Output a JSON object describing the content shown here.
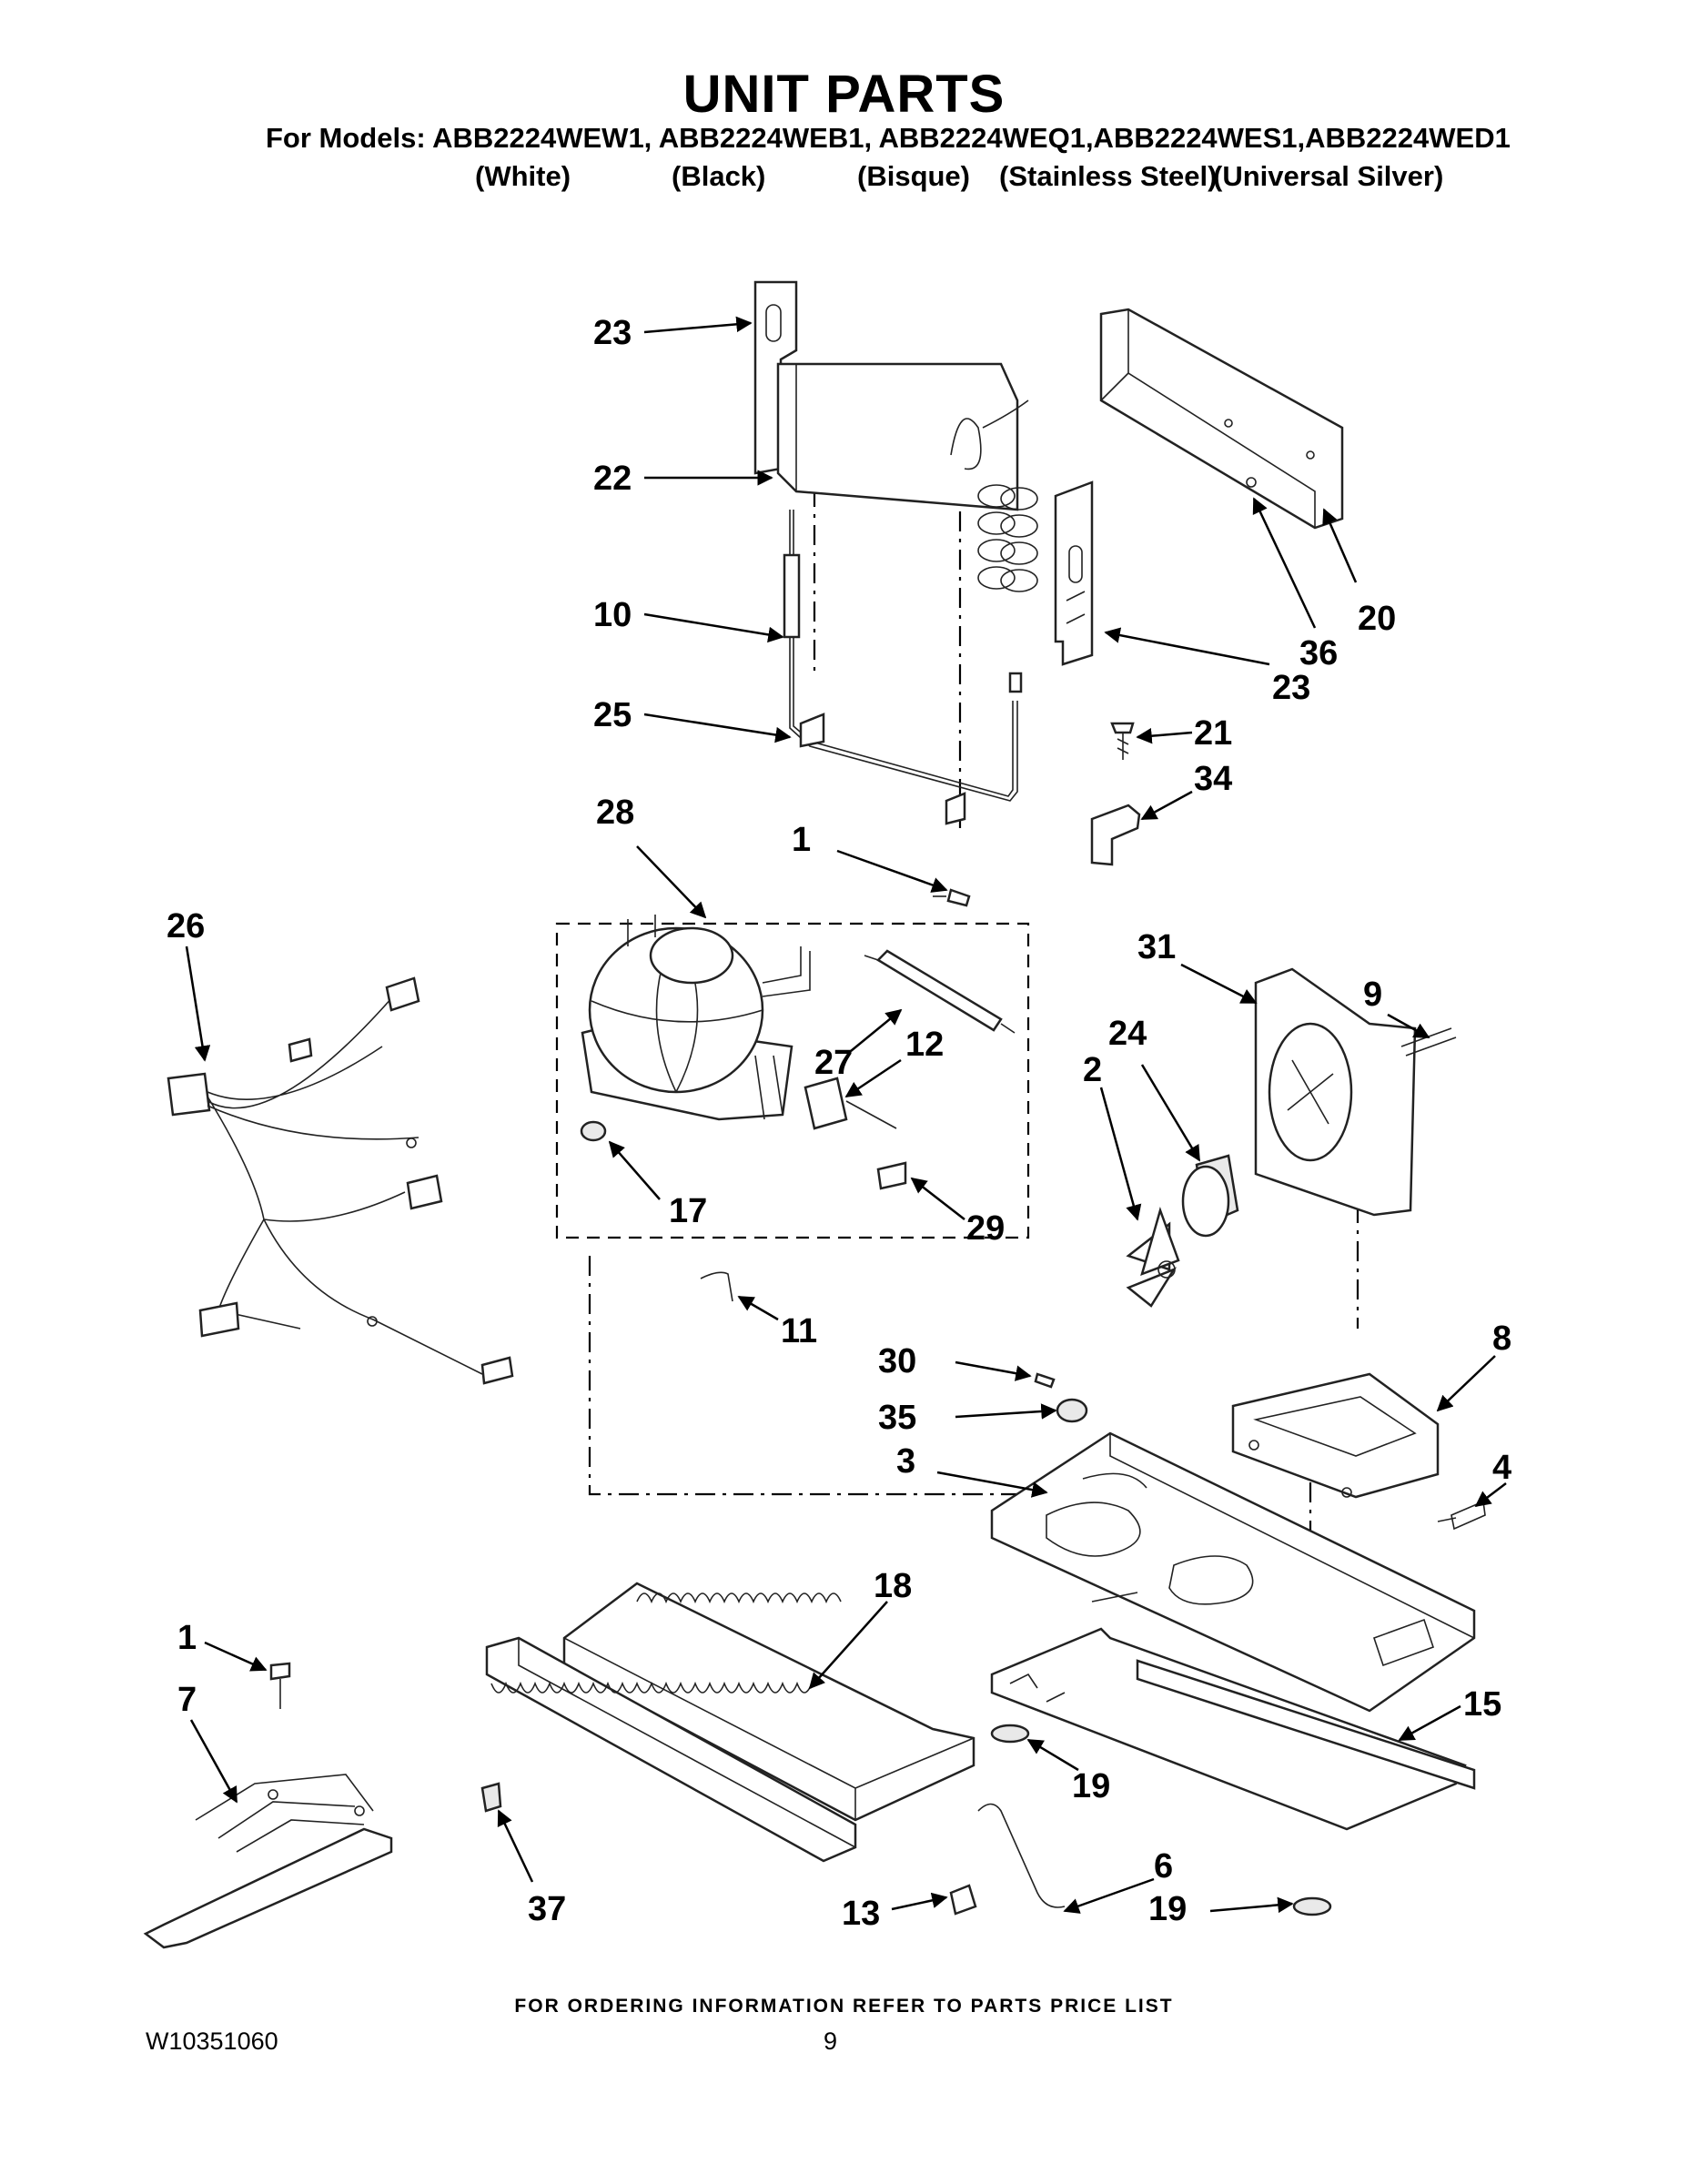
{
  "header": {
    "title": "UNIT PARTS",
    "models_line": "For Models: ABB2224WEW1, ABB2224WEB1, ABB2224WEQ1,ABB2224WES1,ABB2224WED1",
    "colors": [
      "(White)",
      "(Black)",
      "(Bisque)",
      "(Stainless Steel)",
      "(Universal Silver)"
    ]
  },
  "callouts": [
    "23",
    "22",
    "10",
    "25",
    "20",
    "36",
    "23",
    "21",
    "34",
    "28",
    "1",
    "26",
    "27",
    "12",
    "17",
    "29",
    "31",
    "9",
    "24",
    "2",
    "11",
    "30",
    "8",
    "35",
    "3",
    "4",
    "18",
    "1",
    "7",
    "15",
    "19",
    "37",
    "13",
    "6",
    "19"
  ],
  "footer": {
    "note": "FOR ORDERING INFORMATION REFER TO PARTS PRICE LIST",
    "doc_number": "W10351060",
    "page_number": "9"
  }
}
